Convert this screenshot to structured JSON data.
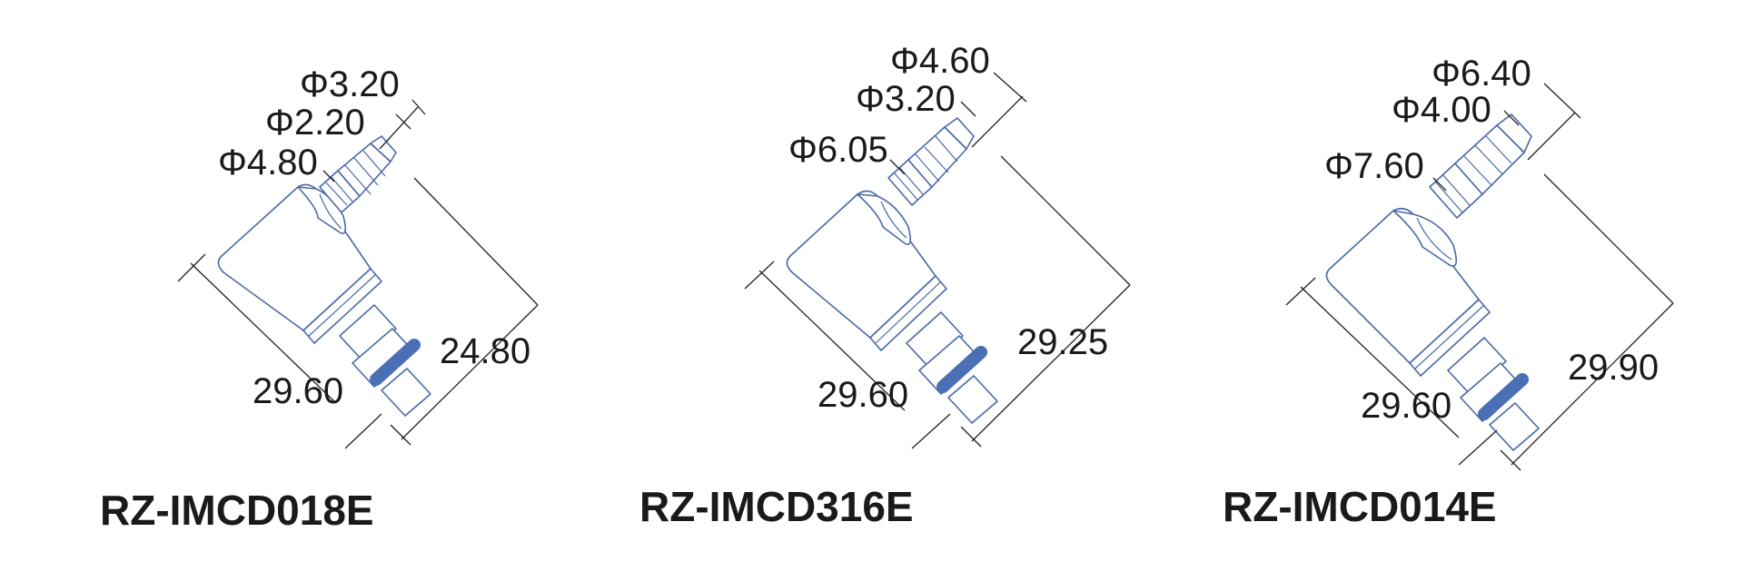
{
  "colors": {
    "outline": "#4a68a8",
    "oring": "#4a6fb5",
    "text": "#1a1a1a"
  },
  "fittings": [
    {
      "model": "RZ-IMCD018E",
      "tip_outer": "Φ3.20",
      "tip_inner": "Φ2.20",
      "neck": "Φ4.80",
      "body_length": "29.60",
      "total_length": "24.80"
    },
    {
      "model": "RZ-IMCD316E",
      "tip_outer": "Φ4.60",
      "tip_inner": "Φ3.20",
      "neck": "Φ6.05",
      "body_length": "29.60",
      "total_length": "29.25"
    },
    {
      "model": "RZ-IMCD014E",
      "tip_outer": "Φ6.40",
      "tip_inner": "Φ4.00",
      "neck": "Φ7.60",
      "body_length": "29.60",
      "total_length": "29.90"
    }
  ]
}
